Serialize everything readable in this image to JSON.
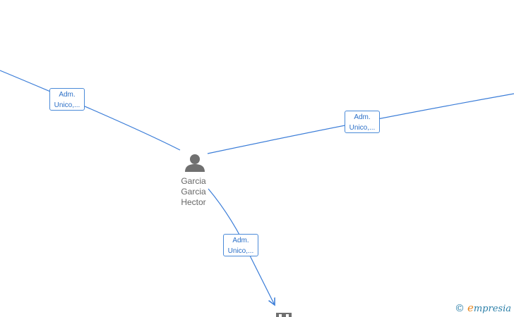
{
  "edges": [
    {
      "label_line1": "Adm.",
      "label_line2": "Unico,..."
    },
    {
      "label_line1": "Adm.",
      "label_line2": "Unico,..."
    },
    {
      "label_line1": "Adm.",
      "label_line2": "Unico,..."
    }
  ],
  "person": {
    "name_line1": "Garcia",
    "name_line2": "Garcia",
    "name_line3": "Hector",
    "icon": "person-icon"
  },
  "company_icon": "building-icon",
  "watermark": {
    "copyright": "©",
    "brand_initial": "e",
    "brand_rest": "mpresia"
  },
  "colors": {
    "edge": "#3b7dd8",
    "label_border": "#4a8ad8",
    "label_text": "#2b6fc7",
    "node_text": "#666666",
    "icon": "#707070"
  }
}
